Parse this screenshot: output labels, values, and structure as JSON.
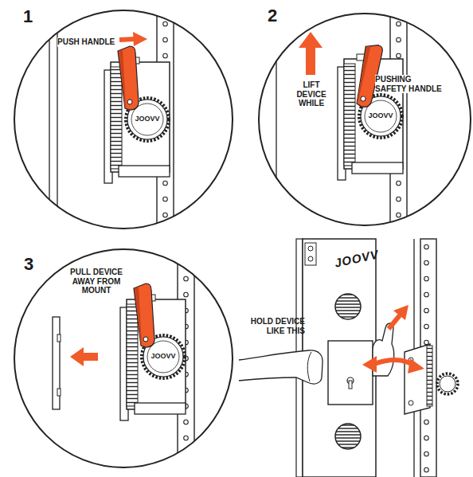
{
  "diagram": {
    "nodes": [
      {
        "text": [
          "1",
          "PUSH HANDLE"
        ]
      },
      {
        "text": [
          "2",
          "LIFT DEVICE WHILE",
          "PUSHING SAFETY HANDLE"
        ]
      },
      {
        "text": [
          "3",
          "PULL DEVICE AWAY FROM MOUNT"
        ]
      }
    ],
    "labels": [
      "JOOVV",
      "JOOVV",
      "JOOVV",
      "JOOVV",
      "HOLD DEVICE LIKE THIS"
    ]
  }
}
